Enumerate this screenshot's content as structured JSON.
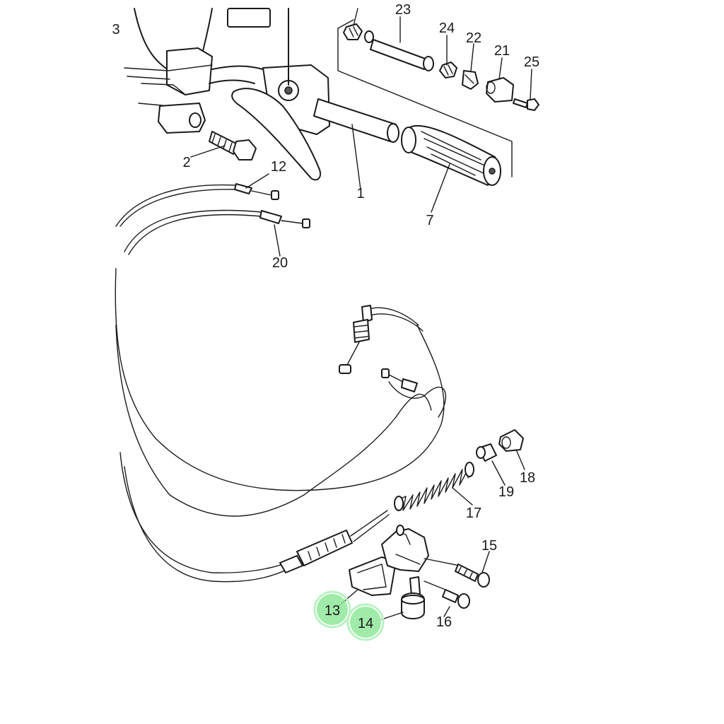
{
  "diagram": {
    "highlight_color": "#8fe89a",
    "callouts": [
      {
        "id": "1",
        "label": "1"
      },
      {
        "id": "2",
        "label": "2"
      },
      {
        "id": "7",
        "label": "7"
      },
      {
        "id": "12",
        "label": "12"
      },
      {
        "id": "13",
        "label": "13",
        "highlighted": true
      },
      {
        "id": "14",
        "label": "14",
        "highlighted": true
      },
      {
        "id": "15",
        "label": "15"
      },
      {
        "id": "16",
        "label": "16"
      },
      {
        "id": "17",
        "label": "17"
      },
      {
        "id": "18",
        "label": "18"
      },
      {
        "id": "19",
        "label": "19"
      },
      {
        "id": "20",
        "label": "20"
      },
      {
        "id": "21",
        "label": "21"
      },
      {
        "id": "22",
        "label": "22"
      },
      {
        "id": "23",
        "label": "23"
      },
      {
        "id": "24",
        "label": "24"
      },
      {
        "id": "25",
        "label": "25"
      },
      {
        "id": "3",
        "label": "3"
      }
    ]
  }
}
